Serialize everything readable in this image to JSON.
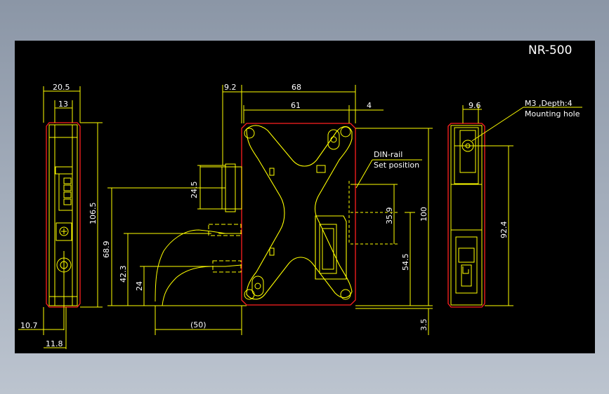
{
  "drawing": {
    "title": "NR-500",
    "notes": {
      "mounting_line1": "M3 ,Depth:4",
      "mounting_line2": "Mounting hole",
      "din_line1": "DIN-rail",
      "din_line2": "Set position"
    },
    "dims": {
      "d20_5": "20.5",
      "d13": "13",
      "d106_5": "106.5",
      "d10_7": "10.7",
      "d11_8": "11.8",
      "d9_2": "9.2",
      "d68": "68",
      "d61": "61",
      "d4": "4",
      "d24_5": "24.5",
      "d68_9": "68.9",
      "d42_3": "42.3",
      "d24": "24",
      "d50": "(50)",
      "d35_9": "35.9",
      "d54_5": "54.5",
      "d100": "100",
      "d3_5": "3.5",
      "d9_6": "9.6",
      "d92_4": "92.4"
    },
    "colors": {
      "background": "#000000",
      "dimension_lines": "#ffff00",
      "outline": "#ff2020",
      "text": "#ffffff"
    }
  }
}
